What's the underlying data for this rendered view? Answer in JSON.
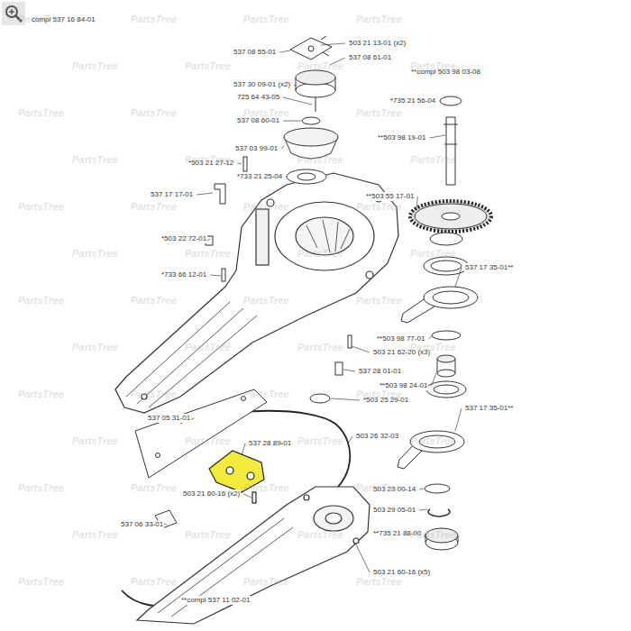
{
  "diagram": {
    "labels": [
      "compl 537 16 84-01",
      "537 08 55-01",
      "503 21 13-01 (x2)",
      "537 08 61-01",
      "**compl 503 98 03-08",
      "537 30 09-01 (x2)",
      "725 64 43-05",
      "537 08 60-01",
      "537 03 99-01",
      "*735 21 56-04",
      "*503 21 27-12",
      "*733 21 25-04",
      "**503 98 19-01",
      "537 17 17-01",
      "**503 55 17-01",
      "*503 22 72-01",
      "*733 66 12-01",
      "537 17 35-01**",
      "**503 98 77-01",
      "503 21 62-20 (x3)",
      "537 28 01-01",
      "*503 25 29-01",
      "**503 98 24-01",
      "537 05 31-01",
      "537 17 35-01**",
      "537 28 89-01",
      "503 26 32-03",
      "503 21 60-16 (x2)",
      "503 23 00-14",
      "503 29 05-01",
      "537 06 33-01",
      "**735 21 88-00",
      "503 21 60-16 (x5)",
      "**compl 537 11 02-01",
      "PartsTree",
      "PartsTree",
      "PartsTree",
      "PartsTree",
      "PartsTree",
      "PartsTree",
      "PartsTree",
      "PartsTree",
      "PartsTree",
      "PartsTree",
      "PartsTree",
      "PartsTree",
      "PartsTree",
      "PartsTree",
      "PartsTree",
      "PartsTree",
      "PartsTree",
      "PartsTree",
      "PartsTree",
      "PartsTree",
      "PartsTree",
      "PartsTree",
      "PartsTree",
      "PartsTree",
      "PartsTree",
      "PartsTree",
      "PartsTree",
      "PartsTree",
      "PartsTree",
      "PartsTree",
      "PartsTree",
      "PartsTree",
      "PartsTree",
      "PartsTree",
      "PartsTree",
      "PartsTree",
      "PartsTree",
      "PartsTree",
      "PartsTree",
      "PartsTree",
      "PartsTree",
      "PartsTree",
      "PartsTree",
      "PartsTree",
      "PartsTree",
      "PartsTree",
      "PartsTree",
      "PartsTree",
      "PartsTree",
      "PartsTree",
      "PartsTree",
      "PartsTree"
    ]
  }
}
